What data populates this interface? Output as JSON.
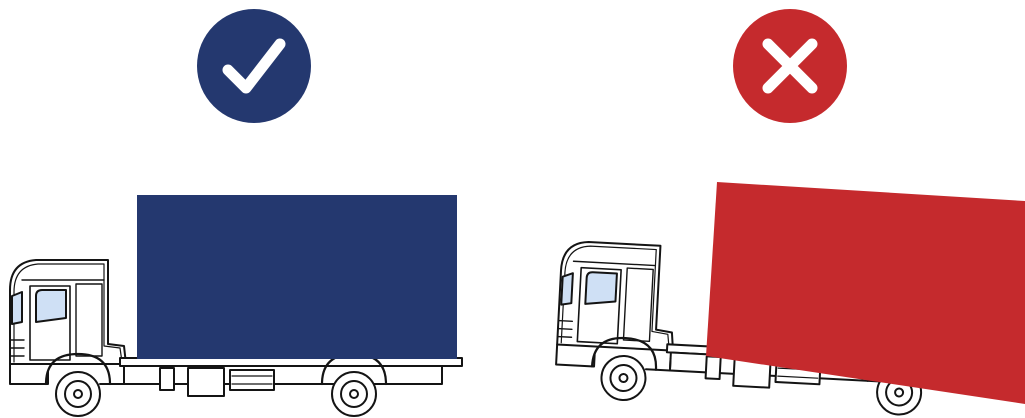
{
  "colors": {
    "correct": "#24386f",
    "incorrect": "#c52a2d",
    "outline": "#141414",
    "window": "#cfe0f5",
    "background": "#ffffff"
  },
  "panels": [
    {
      "status": "correct",
      "badge_icon": "checkmark-icon",
      "load": "cargo-box-secured"
    },
    {
      "status": "incorrect",
      "badge_icon": "cross-icon",
      "load": "cargo-box-tilted"
    }
  ]
}
